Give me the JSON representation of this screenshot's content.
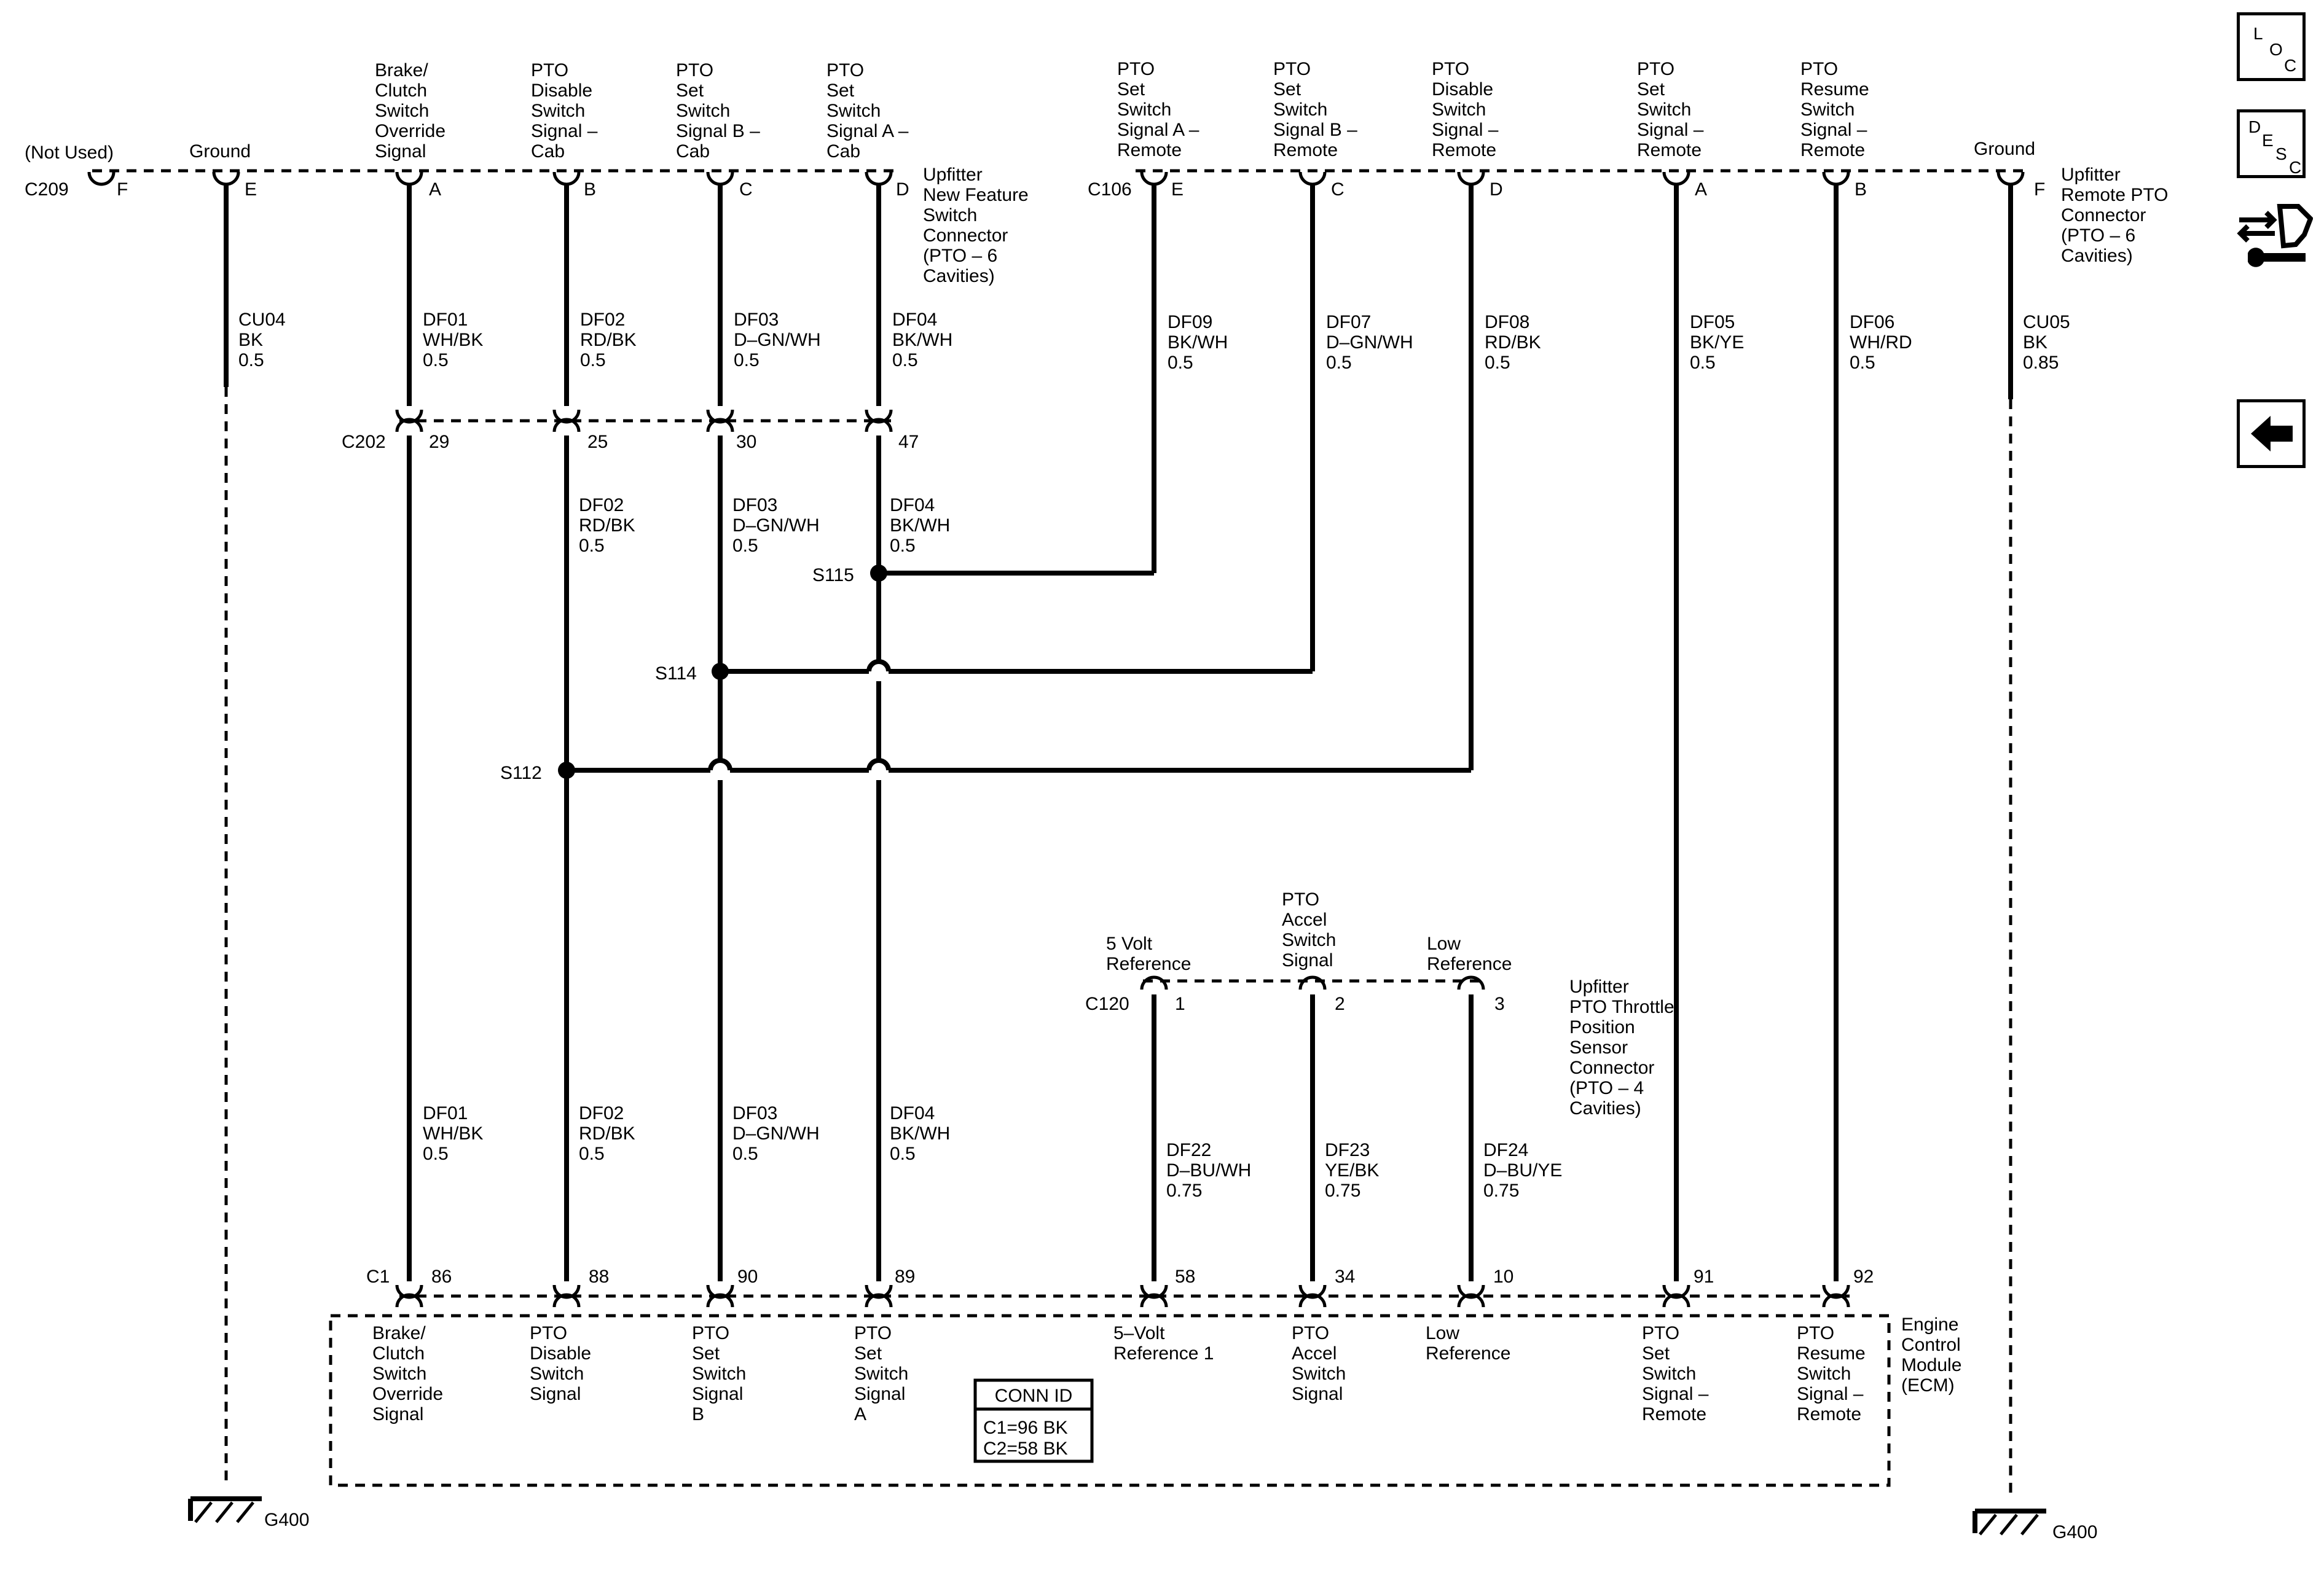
{
  "connectors": {
    "c209": {
      "id": "C209",
      "pins": [
        "F",
        "E",
        "A",
        "B",
        "C",
        "D"
      ],
      "name": [
        "Upfitter",
        "New Feature",
        "Switch",
        "Connector",
        "(PTO – 6",
        "Cavities)"
      ]
    },
    "c106": {
      "id": "C106",
      "pins": [
        "E",
        "C",
        "D",
        "A",
        "B",
        "F"
      ],
      "name": [
        "Upfitter",
        "Remote PTO",
        "Connector",
        "(PTO – 6",
        "Cavities)"
      ]
    },
    "c202": {
      "id": "C202",
      "pins": [
        "29",
        "25",
        "30",
        "47"
      ]
    },
    "c120": {
      "id": "C120",
      "pins": [
        "1",
        "2",
        "3"
      ],
      "name": [
        "Upfitter",
        "PTO Throttle",
        "Position",
        "Sensor",
        "Connector",
        "(PTO – 4",
        "Cavities)"
      ]
    },
    "c1": {
      "id": "C1",
      "pins": [
        "86",
        "88",
        "90",
        "89",
        "58",
        "34",
        "10",
        "91",
        "92"
      ]
    }
  },
  "top_labels": {
    "not_used": "(Not Used)",
    "ground_left": "Ground",
    "brake": [
      "Brake/",
      "Clutch",
      "Switch",
      "Override",
      "Signal"
    ],
    "disable_cab": [
      "PTO",
      "Disable",
      "Switch",
      "Signal –",
      "Cab"
    ],
    "set_b_cab": [
      "PTO",
      "Set",
      "Switch",
      "Signal B –",
      "Cab"
    ],
    "set_a_cab": [
      "PTO",
      "Set",
      "Switch",
      "Signal A –",
      "Cab"
    ],
    "set_a_remote": [
      "PTO",
      "Set",
      "Switch",
      "Signal A –",
      "Remote"
    ],
    "set_b_remote": [
      "PTO",
      "Set",
      "Switch",
      "Signal B –",
      "Remote"
    ],
    "disable_remote": [
      "PTO",
      "Disable",
      "Switch",
      "Signal –",
      "Remote"
    ],
    "set_remote": [
      "PTO",
      "Set",
      "Switch",
      "Signal –",
      "Remote"
    ],
    "resume_remote": [
      "PTO",
      "Resume",
      "Switch",
      "Signal –",
      "Remote"
    ],
    "ground_right": "Ground"
  },
  "wires": {
    "cu04": [
      "CU04",
      "BK",
      "0.5"
    ],
    "df01": [
      "DF01",
      "WH/BK",
      "0.5"
    ],
    "df02": [
      "DF02",
      "RD/BK",
      "0.5"
    ],
    "df03": [
      "DF03",
      "D–GN/WH",
      "0.5"
    ],
    "df04": [
      "DF04",
      "BK/WH",
      "0.5"
    ],
    "df09": [
      "DF09",
      "BK/WH",
      "0.5"
    ],
    "df07": [
      "DF07",
      "D–GN/WH",
      "0.5"
    ],
    "df08": [
      "DF08",
      "RD/BK",
      "0.5"
    ],
    "df05": [
      "DF05",
      "BK/YE",
      "0.5"
    ],
    "df06": [
      "DF06",
      "WH/RD",
      "0.5"
    ],
    "cu05": [
      "CU05",
      "BK",
      "0.85"
    ],
    "df22": [
      "DF22",
      "D–BU/WH",
      "0.75"
    ],
    "df23": [
      "DF23",
      "YE/BK",
      "0.75"
    ],
    "df24": [
      "DF24",
      "D–BU/YE",
      "0.75"
    ]
  },
  "splices": {
    "s115": "S115",
    "s114": "S114",
    "s112": "S112"
  },
  "c120_labels": {
    "ref5v": [
      "5 Volt",
      "Reference"
    ],
    "accel": [
      "PTO",
      "Accel",
      "Switch",
      "Signal"
    ],
    "lowref": [
      "Low",
      "Reference"
    ]
  },
  "ecm": {
    "name": [
      "Engine",
      "Control",
      "Module",
      "(ECM)"
    ],
    "pin_labels": [
      [
        "Brake/",
        "Clutch",
        "Switch",
        "Override",
        "Signal"
      ],
      [
        "PTO",
        "Disable",
        "Switch",
        "Signal"
      ],
      [
        "PTO",
        "Set",
        "Switch",
        "Signal",
        "B"
      ],
      [
        "PTO",
        "Set",
        "Switch",
        "Signal",
        "A"
      ],
      [
        "5–Volt",
        "Reference 1"
      ],
      [
        "PTO",
        "Accel",
        "Switch",
        "Signal"
      ],
      [
        "Low",
        "Reference"
      ],
      [
        "PTO",
        "Set",
        "Switch",
        "Signal –",
        "Remote"
      ],
      [
        "PTO",
        "Resume",
        "Switch",
        "Signal –",
        "Remote"
      ]
    ],
    "conn_id_title": "CONN ID",
    "conn_id": [
      "C1=96 BK",
      "C2=58 BK"
    ]
  },
  "grounds": {
    "left": "G400",
    "right": "G400"
  },
  "sidebar": {
    "loc": [
      "L",
      "O",
      "C"
    ],
    "desc": [
      "D",
      "E",
      "S",
      "C"
    ]
  },
  "icons": {
    "connector_view": "connector-wrench-icon",
    "back": "back-arrow-icon"
  }
}
